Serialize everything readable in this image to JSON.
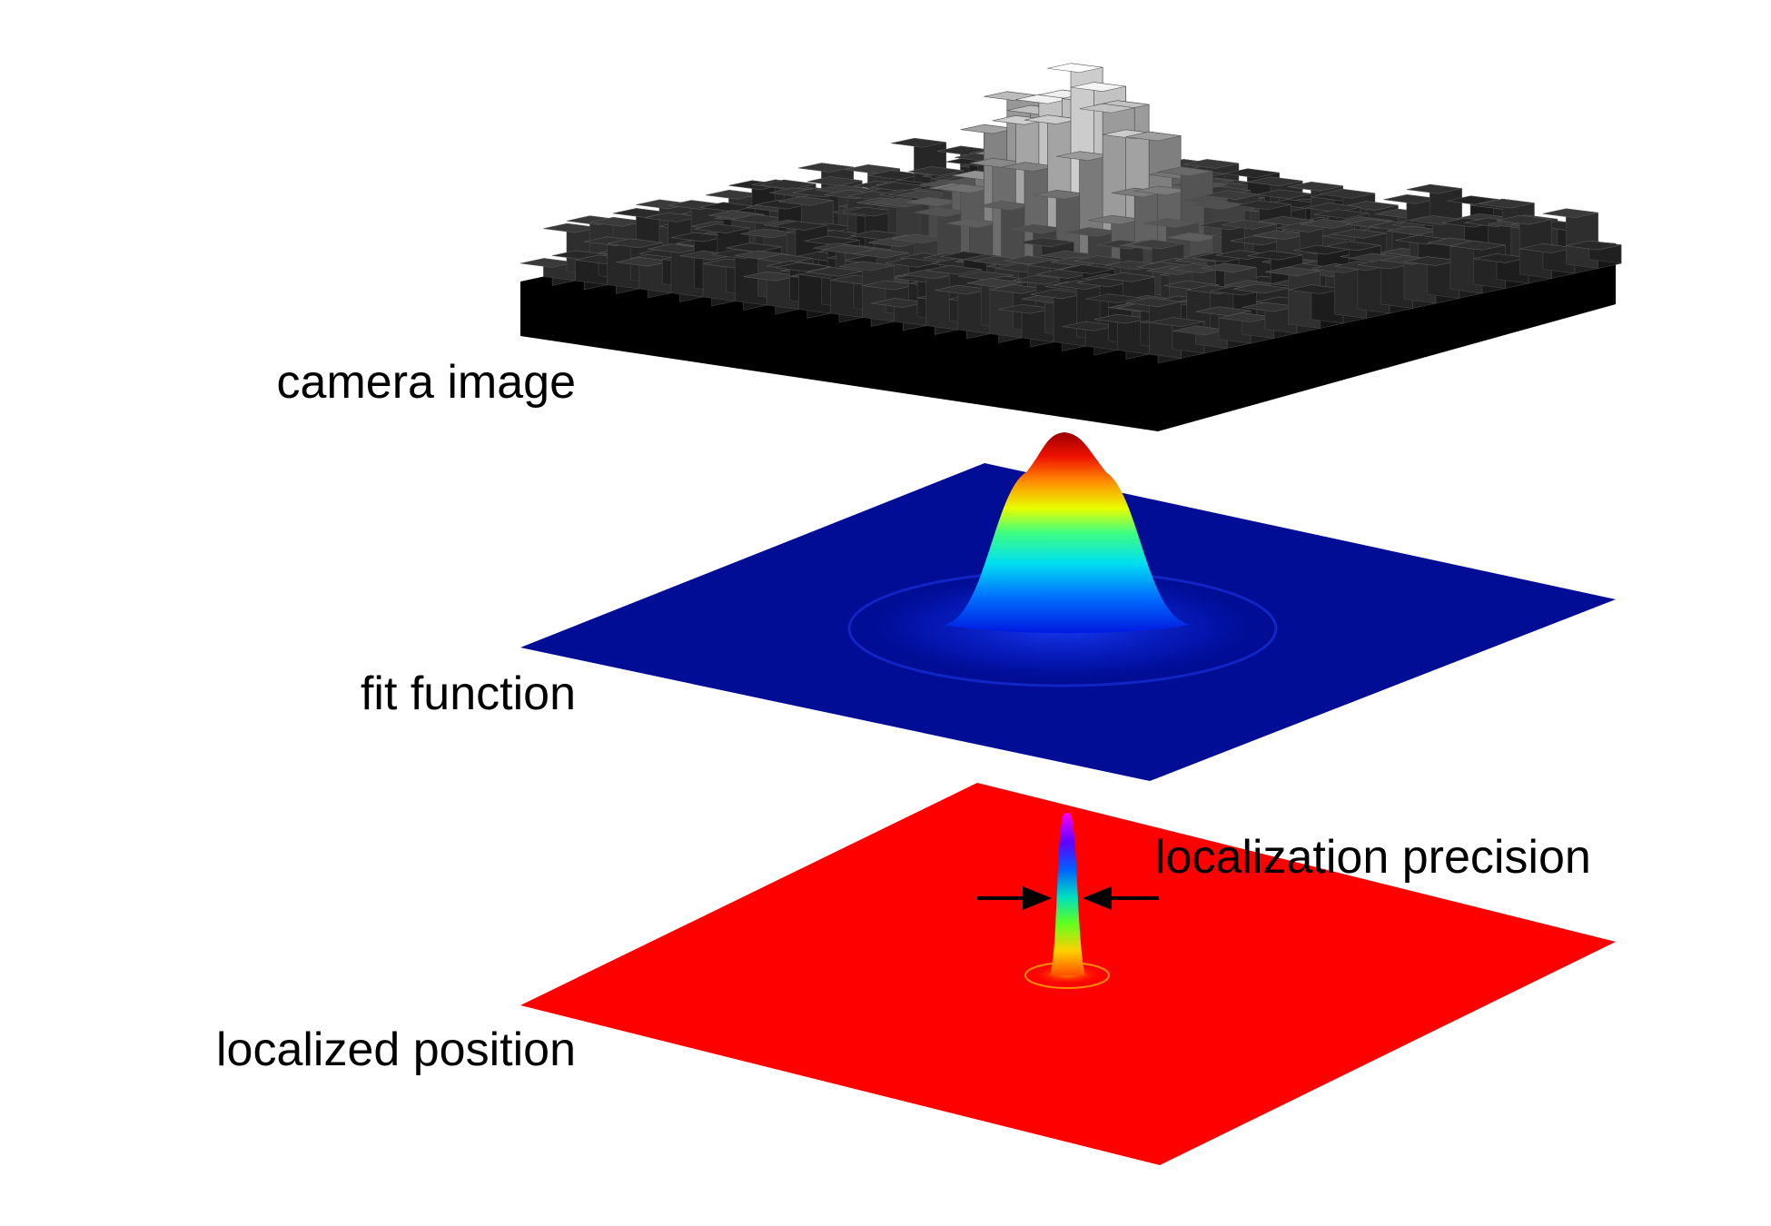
{
  "labels": {
    "camera_image": "camera image",
    "fit_function": "fit function",
    "localized_position": "localized position",
    "localization_precision": "localization precision"
  },
  "colors": {
    "camera_base": "#000000",
    "camera_bar_dark": "#2a2a2a",
    "camera_bar_bright": "#f2f2f2",
    "fit_plane": "#000d94",
    "localized_plane": "#ff0000",
    "arrow": "#000000"
  },
  "icons": {
    "arrow_left": "arrow-right-pointing-icon",
    "arrow_right": "arrow-left-pointing-icon"
  }
}
